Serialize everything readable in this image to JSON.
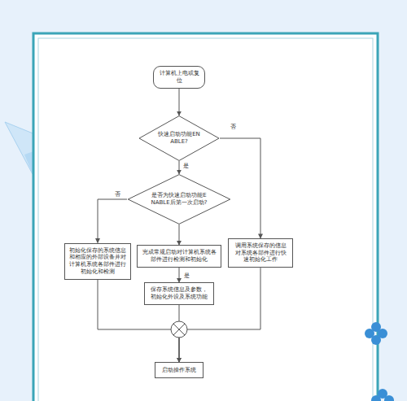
{
  "diagram": {
    "nodes": [
      {
        "text": [
          "计算机上电或复位"
        ]
      },
      {
        "text": [
          "快速启动功能ENABLE?"
        ]
      },
      {
        "text": [
          "是否为快速启动功能ENABLE后第一次启动?"
        ]
      },
      {
        "text": [
          "初始化保存的系统信息和相应的外部设备并对计算机系统各部件进行初始化和检测"
        ]
      },
      {
        "text": [
          "完成常规启动对计算机系统各部件进行检测和初始化"
        ]
      },
      {
        "text": [
          "调用系统保存的信息对系统各部件进行快速初始化工作"
        ]
      },
      {
        "text": [
          "保存系统信息及参数，初始化外设及系统功能"
        ]
      },
      {
        "text": [
          "启动操作系统"
        ]
      }
    ],
    "edges": [
      {
        "from": 0,
        "to": 1,
        "arrow": "to"
      },
      {
        "from": 1,
        "to": 2,
        "label": "是",
        "arrow": "to"
      },
      {
        "from": 1,
        "to": 5,
        "label": "否",
        "arrow": "to"
      },
      {
        "from": 2,
        "to": 3,
        "label": "否",
        "arrow": "to"
      },
      {
        "from": 2,
        "to": 4,
        "arrow": "to"
      },
      {
        "from": 4,
        "to": 6,
        "label": "是",
        "arrow": "to"
      },
      {
        "from": 3,
        "to": 7,
        "arrow": "to"
      },
      {
        "from": 6,
        "to": 7,
        "arrow": "to"
      },
      {
        "from": 5,
        "to": 7,
        "arrow": "to"
      }
    ]
  }
}
